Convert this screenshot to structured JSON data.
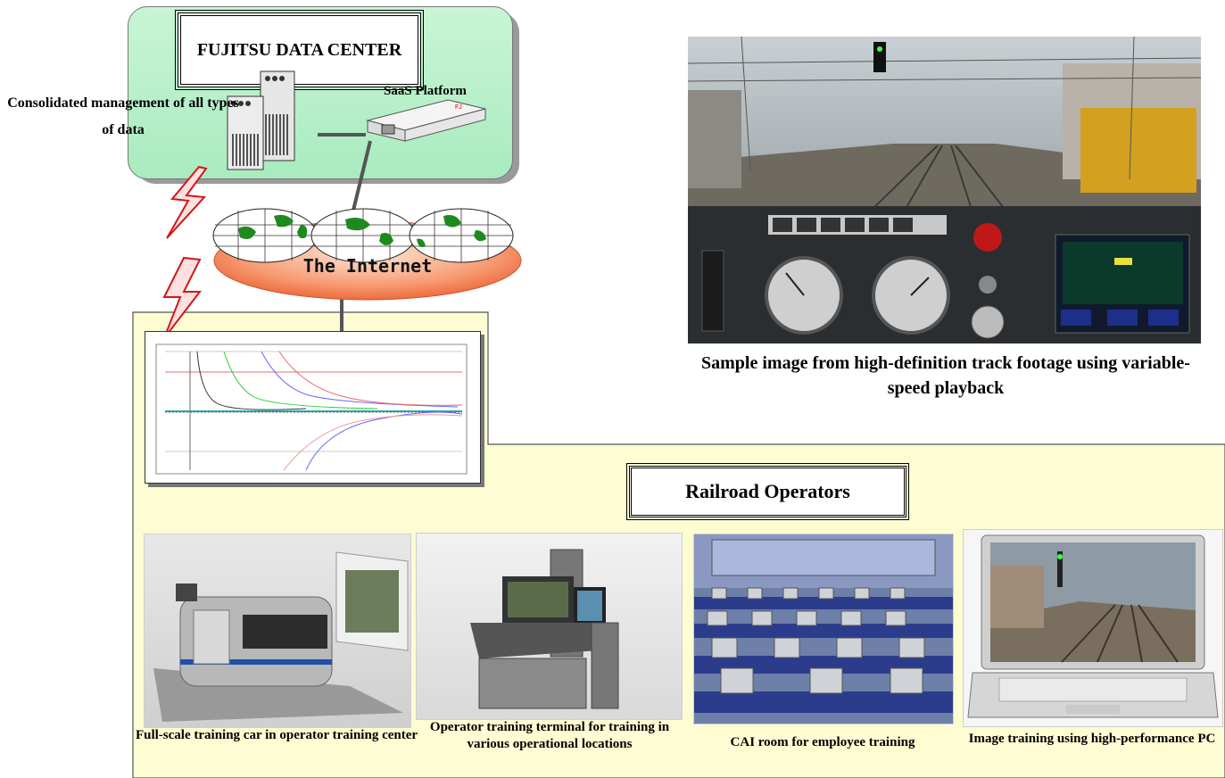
{
  "data_center": {
    "title": "FUJITSU DATA CENTER",
    "consolidated": "Consolidated management of all types of data",
    "saas": "SaaS Platform"
  },
  "internet": {
    "label": "The Internet"
  },
  "operators": {
    "title": "Railroad Operators"
  },
  "sample": {
    "caption": "Sample image from high-definition track footage using variable-speed playback"
  },
  "photos": [
    {
      "caption": "Full-scale training car in operator training center"
    },
    {
      "caption": "Operator training terminal for training in various operational locations"
    },
    {
      "caption": "CAI room for employee training"
    },
    {
      "caption": "Image training using high-performance PC"
    }
  ],
  "colors": {
    "datacenter_fill": "#b8f0c8",
    "operators_fill": "#fdfcd2",
    "internet_fill": "#f47a4d",
    "lightning": "#e02020"
  }
}
